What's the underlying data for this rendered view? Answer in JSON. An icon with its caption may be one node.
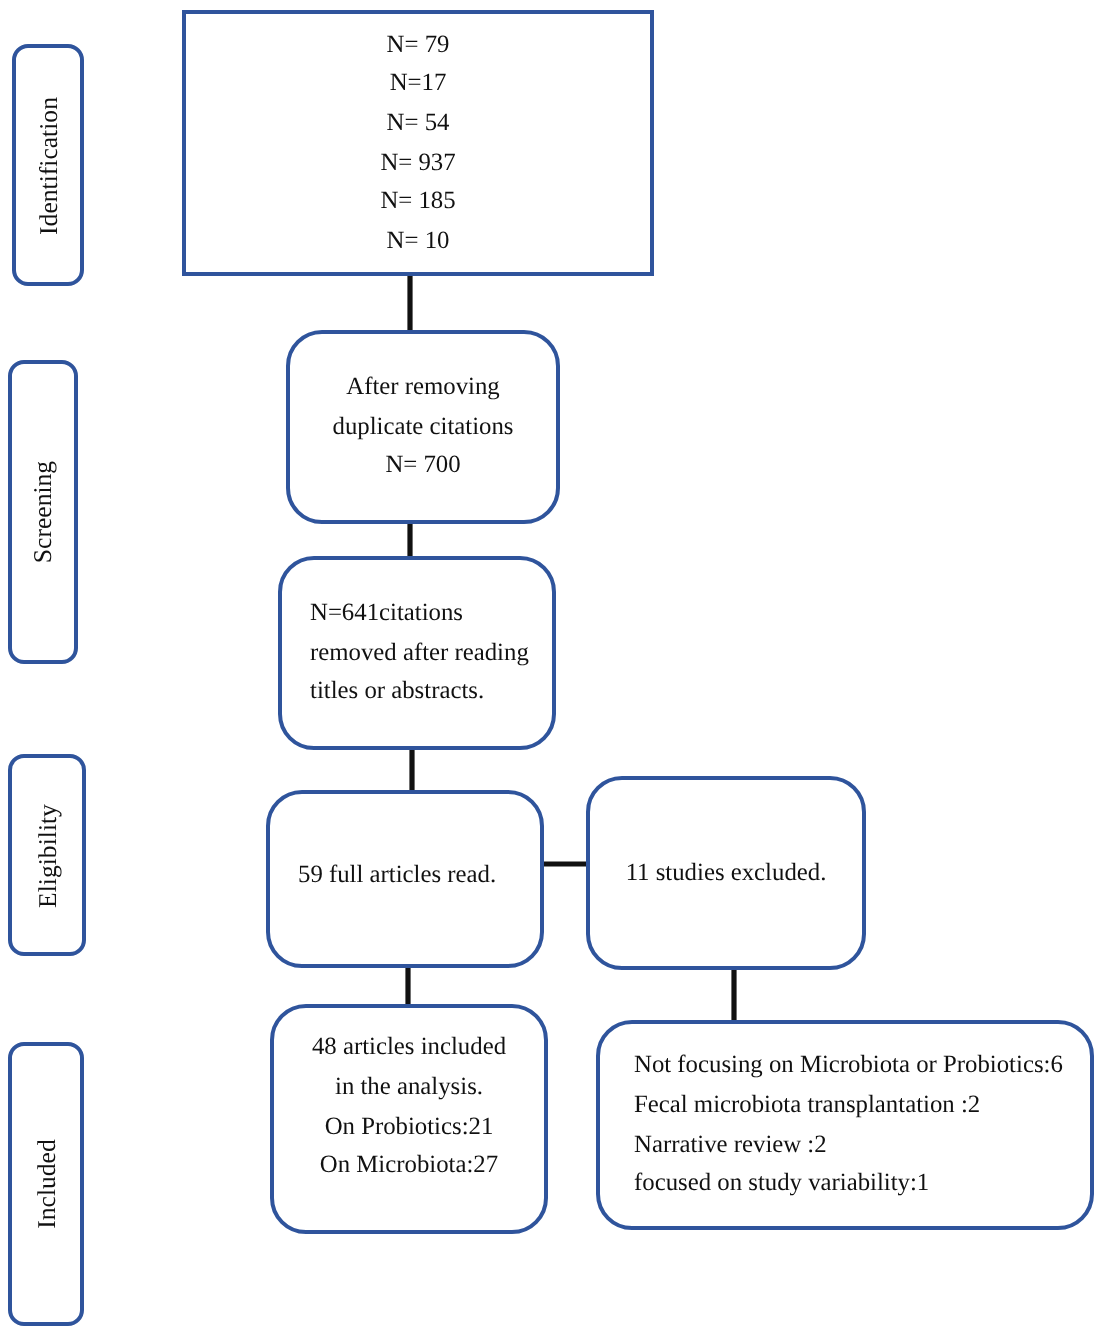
{
  "diagram": {
    "nodes": [
      {
        "text": [
          "Identification"
        ]
      },
      {
        "text": [
          "N= 79",
          "N=17",
          "N= 54",
          "N= 937",
          "N= 185",
          "N= 10"
        ]
      },
      {
        "text": [
          "Screening"
        ]
      },
      {
        "text": [
          "After removing duplicate citations",
          "N= 700"
        ]
      },
      {
        "text": [
          "N=641citations removed after reading titles or abstracts."
        ]
      },
      {
        "text": [
          "Eligibility"
        ]
      },
      {
        "text": [
          "59 full articles read."
        ]
      },
      {
        "text": [
          "11 studies excluded."
        ]
      },
      {
        "text": [
          "Included"
        ]
      },
      {
        "text": [
          "48 articles included in the analysis.",
          "On Probiotics:21",
          "On Microbiota:27"
        ]
      },
      {
        "text": [
          "Not focusing on Microbiota or Probiotics:6",
          "Fecal microbiota transplantation :2",
          "Narrative review :2",
          "focused on study variability:1"
        ]
      }
    ],
    "edges": [
      {
        "from": 1,
        "to": 3,
        "arrow": "none"
      },
      {
        "from": 3,
        "to": 4,
        "arrow": "none"
      },
      {
        "from": 4,
        "to": 6,
        "arrow": "none"
      },
      {
        "from": 6,
        "to": 7,
        "arrow": "none"
      },
      {
        "from": 6,
        "to": 9,
        "arrow": "none"
      },
      {
        "from": 7,
        "to": 10,
        "arrow": "none"
      }
    ]
  }
}
